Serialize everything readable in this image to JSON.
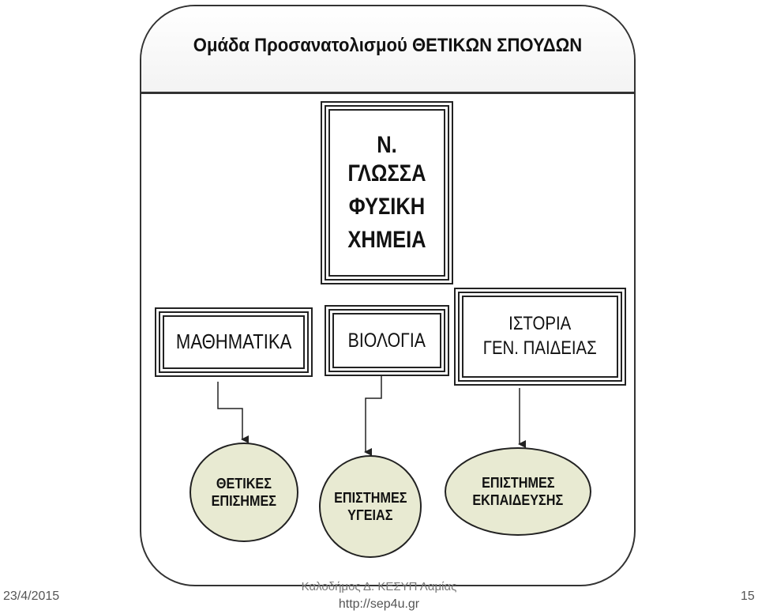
{
  "title": "Ομάδα Προσανατολισμού ΘΕΤΙΚΩΝ ΣΠΟΥΔΩΝ",
  "core_subjects": [
    "Ν. ΓΛΩΣΣΑ",
    "ΦΥΣΙΚΗ",
    "ΧΗΜΕΙΑ"
  ],
  "branches": [
    {
      "subject_lines": [
        "ΜΑΘΗΜΑΤΙΚΑ"
      ],
      "field_lines": [
        "ΘΕΤΙΚΕΣ",
        "ΕΠΙΣΗΜΕΣ"
      ]
    },
    {
      "subject_lines": [
        "ΒΙΟΛΟΓΙΑ"
      ],
      "field_lines": [
        "ΕΠΙΣΤΗΜΕΣ",
        "ΥΓΕΙΑΣ"
      ]
    },
    {
      "subject_lines": [
        "ΙΣΤΟΡΙΑ",
        "ΓΕΝ. ΠΑΙΔΕΙΑΣ"
      ],
      "field_lines": [
        "ΕΠΙΣΤΗΜΕΣ",
        "ΕΚΠΑΙΔΕΥΣΗΣ"
      ]
    }
  ],
  "footer": {
    "date": "23/4/2015",
    "author": "Καλοδήμος Δ. ΚΕΣΥΠ Λαμίας",
    "url": "http://sep4u.gr",
    "page": "15"
  },
  "colors": {
    "ellipse_fill": "#e8ead2",
    "stroke": "#222222"
  }
}
